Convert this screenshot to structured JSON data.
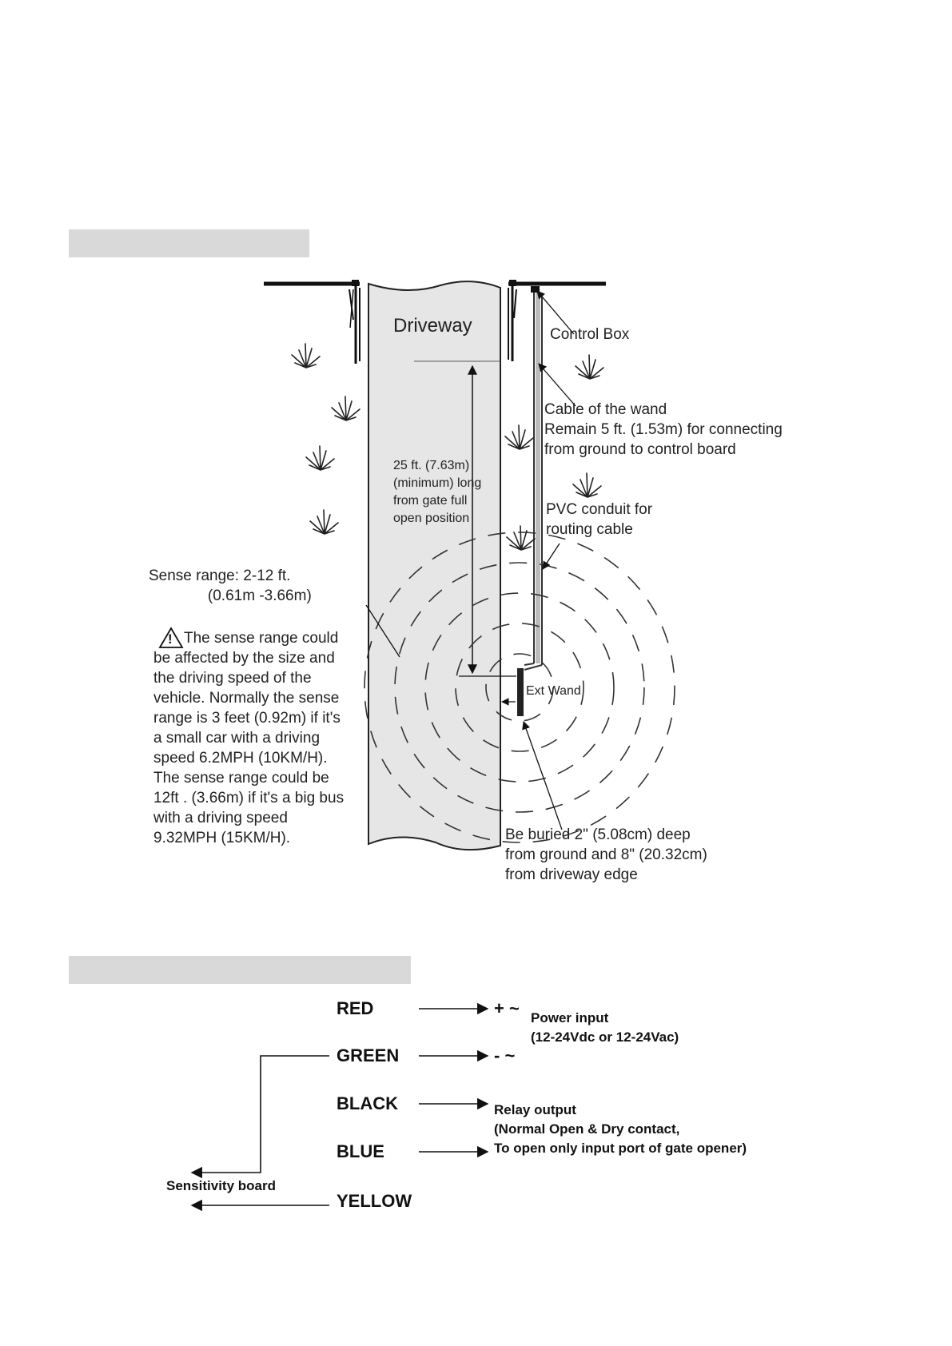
{
  "diagram_top": {
    "driveway_label": "Driveway",
    "control_box_label": "Control Box",
    "cable_label": "Cable of the wand\nRemain 5 ft. (1.53m) for connecting\nfrom ground to control board",
    "distance_label": "25 ft. (7.63m)\n(minimum) long\nfrom gate full\nopen position",
    "conduit_label": "PVC conduit for\nrouting cable",
    "sense_range_label": "Sense range: 2-12 ft.\n              (0.61m -3.66m)",
    "warning_symbol": "!",
    "warning_first_line": "The sense range could",
    "warning_body": "be affected by the size and\nthe driving speed of the\nvehicle. Normally the sense\nrange is 3 feet (0.92m) if it's\na small car with a driving\nspeed 6.2MPH (10KM/H).\nThe sense range could be\n12ft . (3.66m) if it's a big bus\nwith a driving speed\n9.32MPH (15KM/H).",
    "wand_label": "Ext Wand",
    "buried_label": "Be buried 2\" (5.08cm) deep\nfrom ground and 8\" (20.32cm)\nfrom driveway edge"
  },
  "wiring": {
    "wires": [
      "RED",
      "GREEN",
      "BLACK",
      "BLUE",
      "YELLOW"
    ],
    "red_terminal": "+ ~",
    "green_terminal": "- ~",
    "power_label": "Power input\n(12-24Vdc or 12-24Vac)",
    "relay_label": "Relay output\n(Normal Open & Dry contact,\nTo open only input port of gate opener)",
    "sensitivity_label": "Sensitivity board"
  }
}
